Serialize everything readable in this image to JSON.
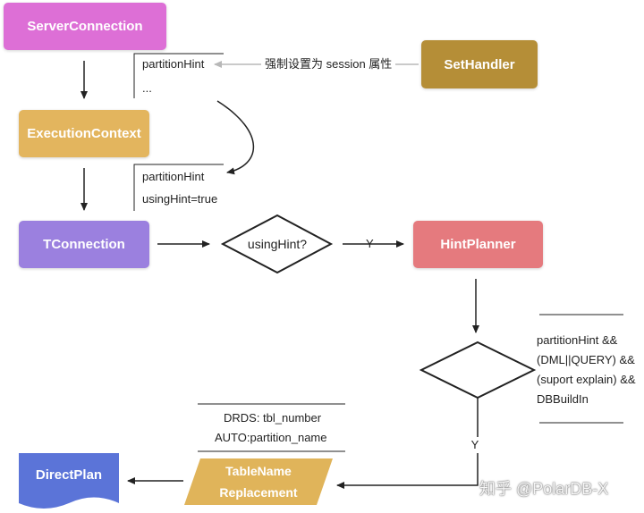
{
  "nodes": {
    "server_connection": "ServerConnection",
    "execution_context": "ExecutionContext",
    "tconnection": "TConnection",
    "set_handler": "SetHandler",
    "hint_planner": "HintPlanner",
    "direct_plan": "DirectPlan",
    "table_name_replacement": [
      "TableName",
      "Replacement"
    ],
    "using_hint_decision": "usingHint?"
  },
  "annotations": {
    "server_attrs": [
      "partitionHint",
      "..."
    ],
    "context_attrs": [
      "partitionHint",
      "usingHint=true"
    ],
    "set_handler_edge": "强制设置为 session 属性",
    "yes_label_right": "Y",
    "yes_label_down": "Y",
    "condition_lines": [
      "partitionHint &&",
      "(DML||QUERY) &&",
      "(suport explain) &&",
      "DBBuildIn"
    ],
    "table_name_lines": [
      "DRDS: tbl_number",
      "AUTO:partition_name"
    ]
  },
  "watermark": "知乎 @PolarDB-X",
  "colors": {
    "server_connection": "#dd6fd6",
    "execution_context": "#e3b55e",
    "tconnection": "#9b80df",
    "set_handler": "#b58e37",
    "hint_planner": "#e57a7e",
    "direct_plan": "#5b74d8",
    "table_name_replacement": "#e0b45a",
    "arrow": "#222222",
    "set_handler_arrow": "#b8b8b8"
  }
}
